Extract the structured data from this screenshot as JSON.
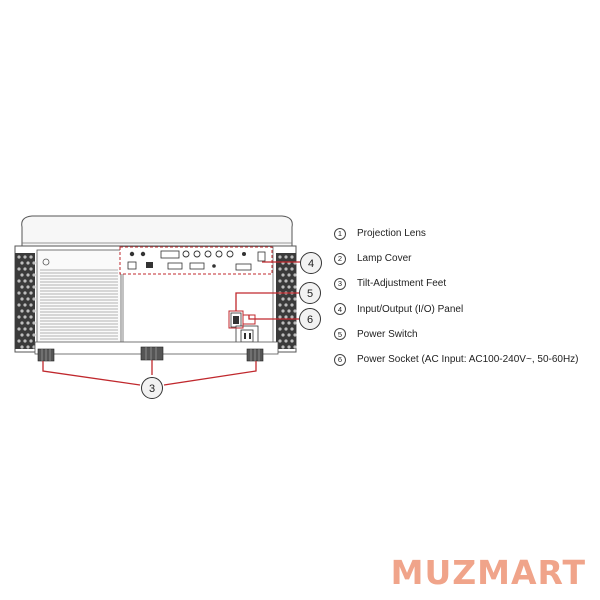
{
  "legend": {
    "items": [
      {
        "num": "1",
        "label": "Projection Lens"
      },
      {
        "num": "2",
        "label": "Lamp Cover"
      },
      {
        "num": "3",
        "label": "Tilt-Adjustment Feet"
      },
      {
        "num": "4",
        "label": "Input/Output (I/O) Panel"
      },
      {
        "num": "5",
        "label": "Power Switch"
      },
      {
        "num": "6",
        "label": "Power Socket (AC Input: AC100-240V~, 50-60Hz)"
      }
    ]
  },
  "callouts": {
    "feet": "3",
    "io_panel": "4",
    "power_switch": "5",
    "power_socket": "6"
  },
  "brand": {
    "text": "MUZMART"
  },
  "colors": {
    "callout_line": "#c0282d",
    "brand": "#f0a48a",
    "outline": "#555555"
  }
}
